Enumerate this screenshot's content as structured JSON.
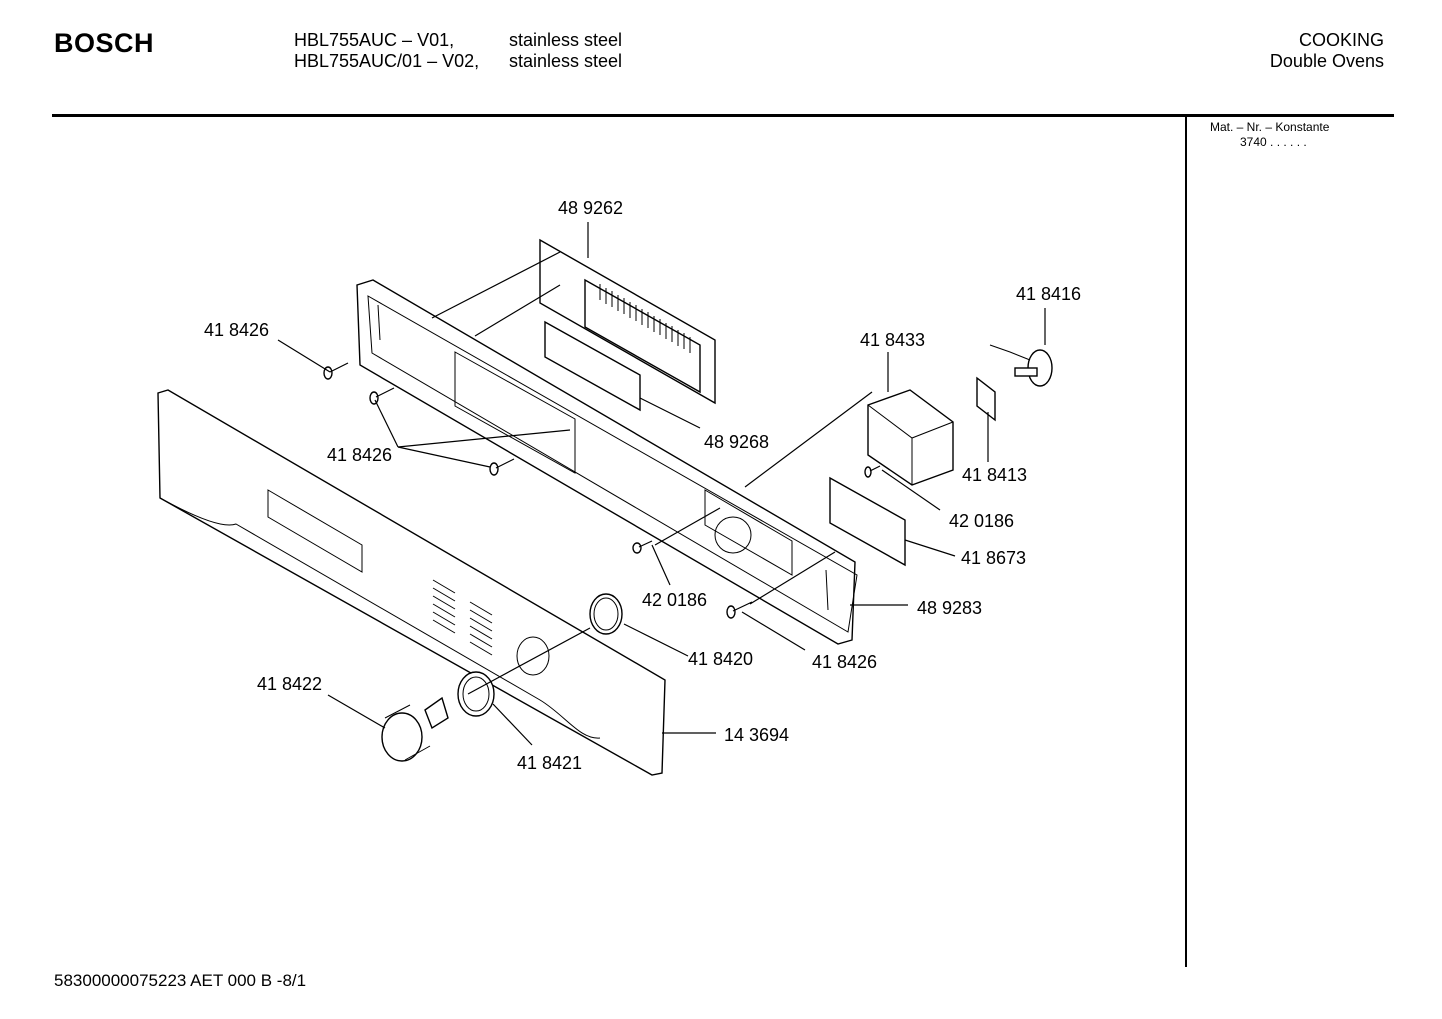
{
  "header": {
    "brand": "BOSCH",
    "models": [
      {
        "model": "HBL755AUC – V01,",
        "finish": "stainless steel"
      },
      {
        "model": "HBL755AUC/01 – V02,",
        "finish": "stainless steel"
      }
    ],
    "category": "COOKING",
    "subcategory": "Double Ovens"
  },
  "sidebar": {
    "mat_label": "Mat. – Nr. – Konstante",
    "mat_value": "3740  .  .  .  .  .  ."
  },
  "diagram": {
    "part_labels": [
      "48 9262",
      "41 8416",
      "41 8426",
      "41 8433",
      "41 8426",
      "48 9268",
      "41 8413",
      "42 0186",
      "41 8673",
      "42 0186",
      "48 9283",
      "41 8420",
      "41 8426",
      "41 8422",
      "14 3694",
      "41 8421"
    ]
  },
  "footer": {
    "code": "58300000075223 AET 000 B  -8/1"
  },
  "colors": {
    "ink": "#000000",
    "paper": "#ffffff"
  }
}
